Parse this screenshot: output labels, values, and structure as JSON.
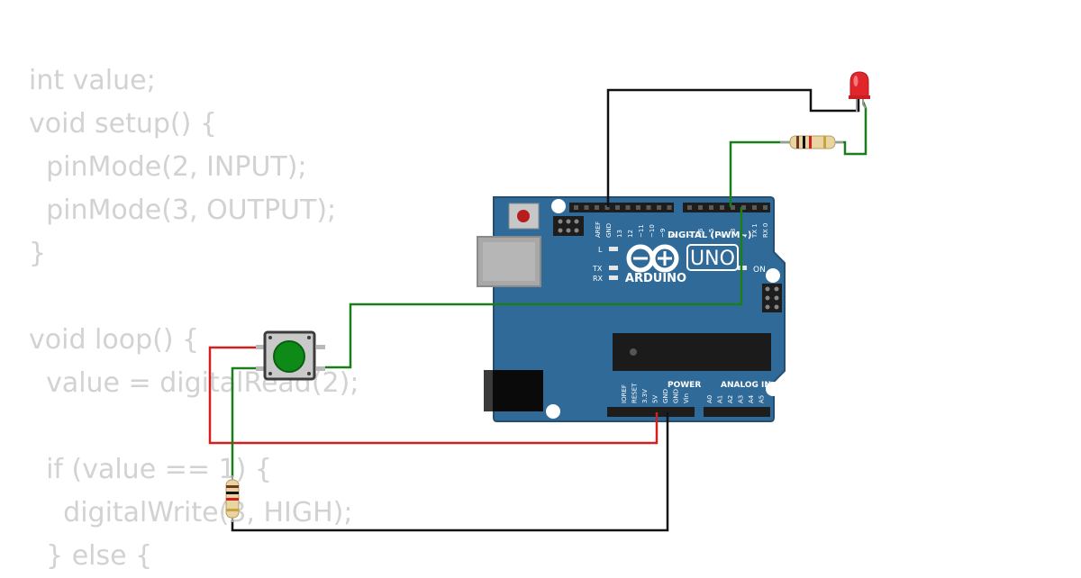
{
  "code": {
    "lines": [
      "int value;",
      "void setup() {",
      "  pinMode(2, INPUT);",
      "  pinMode(3, OUTPUT);",
      "}",
      "",
      "void loop() {",
      "  value = digitalRead(2);",
      "",
      "  if (value == 1) {",
      "    digitalWrite(3, HIGH);",
      "  } else {"
    ]
  },
  "board": {
    "brand": "ARDUINO",
    "model": "UNO",
    "digital_label": "DIGITAL (PWM~)",
    "power_label": "POWER",
    "analog_label": "ANALOG IN",
    "on_label": "ON",
    "l_label": "L",
    "tx_label": "TX",
    "rx_label": "RX",
    "top_pins": [
      "AREF",
      "GND",
      "13",
      "12",
      "~11",
      "~10",
      "~9",
      "8",
      "7",
      "~6",
      "~5",
      "4",
      "~3",
      "2",
      "TX 1",
      "RX 0"
    ],
    "power_pins": [
      "IOREF",
      "RESET",
      "3.3V",
      "5V",
      "GND",
      "GND",
      "Vin"
    ],
    "analog_pins": [
      "A0",
      "A1",
      "A2",
      "A3",
      "A4",
      "A5"
    ]
  },
  "colors": {
    "board": "#2f6a99",
    "wire_black": "#111111",
    "wire_green": "#1a7f1a",
    "wire_red": "#d21f1f",
    "led": "#e0262a",
    "button_cap": "#0e8a17",
    "code_text": "#d2d2d2"
  },
  "components": {
    "led": "red-led",
    "resistors": [
      "resistor-led",
      "resistor-pulldown"
    ],
    "button": "pushbutton"
  }
}
